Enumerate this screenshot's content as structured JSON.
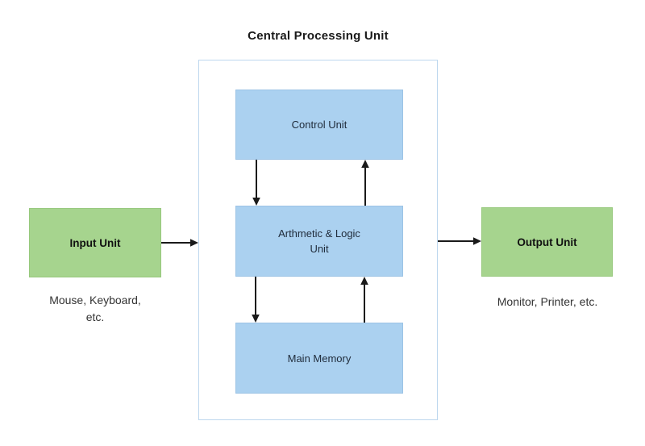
{
  "title": "Central Processing Unit",
  "cpu": {
    "control_unit": {
      "label": "Control Unit"
    },
    "alu": {
      "line1": "Arthmetic & Logic",
      "line2": "Unit"
    },
    "main_memory": {
      "label": "Main Memory"
    }
  },
  "input": {
    "label": "Input Unit",
    "caption_line1": "Mouse, Keyboard,",
    "caption_line2": "etc."
  },
  "output": {
    "label": "Output Unit",
    "caption": "Monitor, Printer, etc."
  },
  "colors": {
    "cpu_block_fill": "#ABD1F0",
    "cpu_block_border": "#9CC3E5",
    "io_block_fill": "#A6D48E",
    "io_block_border": "#97C87D",
    "container_border": "#BDD7EE",
    "arrow": "#1A1A1A",
    "block_text": "#1F2B3A",
    "title_text": "#1A1A1A",
    "caption_text": "#333333"
  }
}
